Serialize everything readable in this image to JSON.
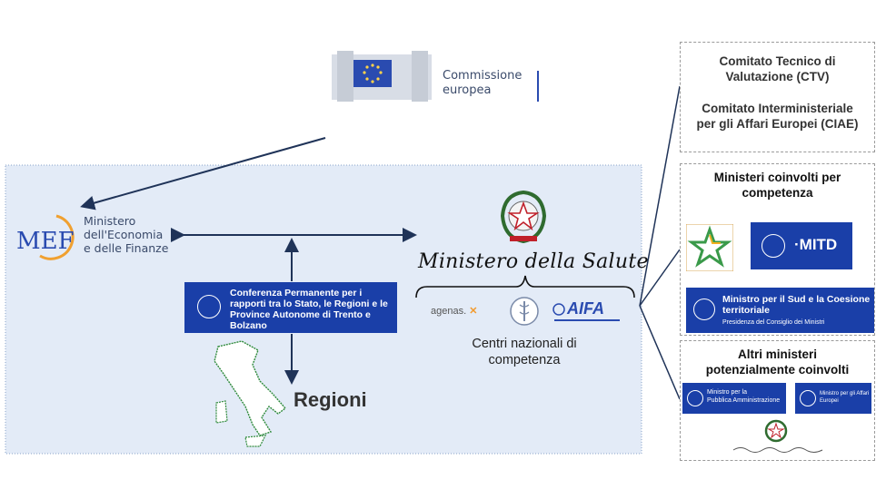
{
  "commission": {
    "name_line1": "Commissione",
    "name_line2": "europea"
  },
  "mef": {
    "logo": "MEF",
    "line1": "Ministero",
    "line2": "dell'Economia",
    "line3": "e delle Finanze"
  },
  "salute": {
    "title": "Ministero della Salute",
    "centri_line1": "Centri nazionali di",
    "centri_line2": "competenza",
    "agenas": "agenas.",
    "aifa": "AIFA"
  },
  "conferenza": {
    "line1": "Conferenza Permanente per i",
    "line2": "rapporti tra lo Stato, le Regioni e le",
    "line3": "Province Autonome di Trento e",
    "line4": "Bolzano"
  },
  "regioni": {
    "label": "Regioni"
  },
  "right_top": {
    "ctv_line1": "Comitato Tecnico di",
    "ctv_line2": "Valutazione (CTV)",
    "ciae_line1": "Comitato Interministeriale",
    "ciae_line2": "per gli Affari Europei (CIAE)"
  },
  "right_mid": {
    "title_line1": "Ministeri coinvolti per",
    "title_line2": "competenza",
    "mitd": "·MITD",
    "sud_line1": "Ministro per il Sud e la Coesione",
    "sud_line2": "territoriale",
    "sud_sub": "Presidenza del Consiglio dei Ministri"
  },
  "right_bottom": {
    "title_line1": "Altri ministeri",
    "title_line2": "potenzialmente coinvolti",
    "pa_line1": "Ministro per la",
    "pa_line2": "Pubblica Amministrazione",
    "ae_line1": "Ministro per gli Affari",
    "ae_line2": "Europei"
  },
  "colors": {
    "panel_bg": "#e3ebf7",
    "badge_blue": "#1a3fa8",
    "arrow_navy": "#1f3358"
  },
  "icons": [
    "eu-flag-icon",
    "italian-emblem-icon",
    "italy-map-icon",
    "star-logo-icon"
  ]
}
